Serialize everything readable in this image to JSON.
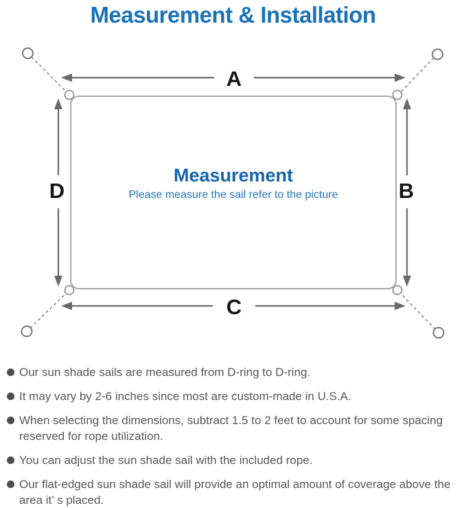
{
  "title": "Measurement & Installation",
  "diagram": {
    "center_heading": "Measurement",
    "center_subtitle": "Please measure the sail refer to the picture",
    "label_a": "A",
    "label_b": "B",
    "label_c": "C",
    "label_d": "D"
  },
  "notes": {
    "items": [
      "Our sun shade sails are measured from D-ring to D-ring.",
      "It may vary by 2-6 inches since most are custom-made in U.S.A.",
      "When selecting the dimensions, subtract 1.5 to 2 feet to account for some spacing reserved for rope utilization.",
      "You can adjust the sun shade sail with the included rope.",
      "Our flat-edged sun shade sail will provide an optimal amount of coverage above the area it’ s placed."
    ]
  },
  "colors": {
    "title_blue": "#1a72b9",
    "heading_blue": "#1463ad",
    "subtitle_blue": "#2374bb",
    "body_text_gray": "#575757",
    "outline_gray": "#a6a6a6",
    "dimension_gray": "#6a6a6a",
    "label_black": "#161616"
  }
}
